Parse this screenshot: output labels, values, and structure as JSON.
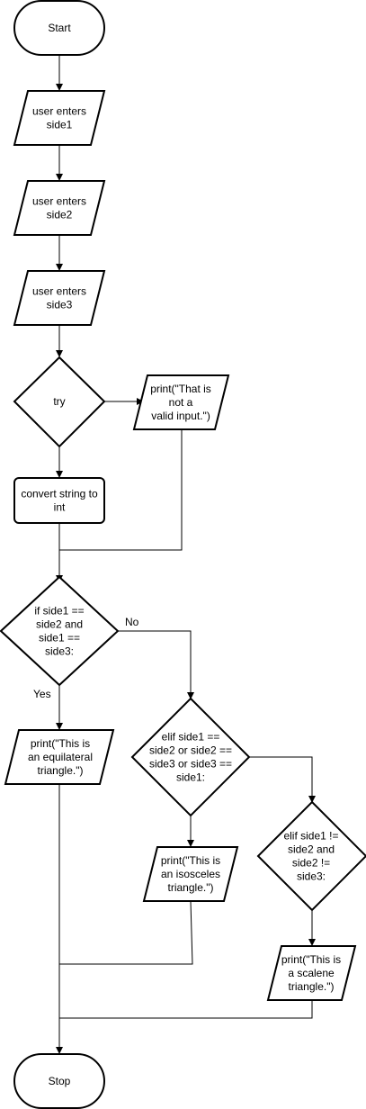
{
  "nodes": {
    "start": {
      "lines": [
        "Start"
      ]
    },
    "input1": {
      "lines": [
        "user enters",
        "side1"
      ]
    },
    "input2": {
      "lines": [
        "user enters",
        "side2"
      ]
    },
    "input3": {
      "lines": [
        "user enters",
        "side3"
      ]
    },
    "try": {
      "lines": [
        "try"
      ]
    },
    "invalid": {
      "lines": [
        "print(\"That is",
        "not a",
        "valid input.\")"
      ]
    },
    "convert": {
      "lines": [
        "convert string to",
        "int"
      ]
    },
    "cond_eq": {
      "lines": [
        "if side1 ==",
        "side2 and",
        "side1 ==",
        "side3:"
      ]
    },
    "out_eq": {
      "lines": [
        "print(\"This is",
        "an equilateral",
        "triangle.\")"
      ]
    },
    "cond_iso": {
      "lines": [
        "elif side1 ==",
        "side2 or side2 ==",
        "side3 or side3 ==",
        "side1:"
      ]
    },
    "out_iso": {
      "lines": [
        "print(\"This is",
        "an isosceles",
        "triangle.\")"
      ]
    },
    "cond_sca": {
      "lines": [
        "elif side1 !=",
        "side2 and",
        "side2 !=",
        "side3:"
      ]
    },
    "out_sca": {
      "lines": [
        "print(\"This is",
        "a scalene",
        "triangle.\")"
      ]
    },
    "stop": {
      "lines": [
        "Stop"
      ]
    }
  },
  "edge_labels": {
    "yes": "Yes",
    "no": "No"
  }
}
